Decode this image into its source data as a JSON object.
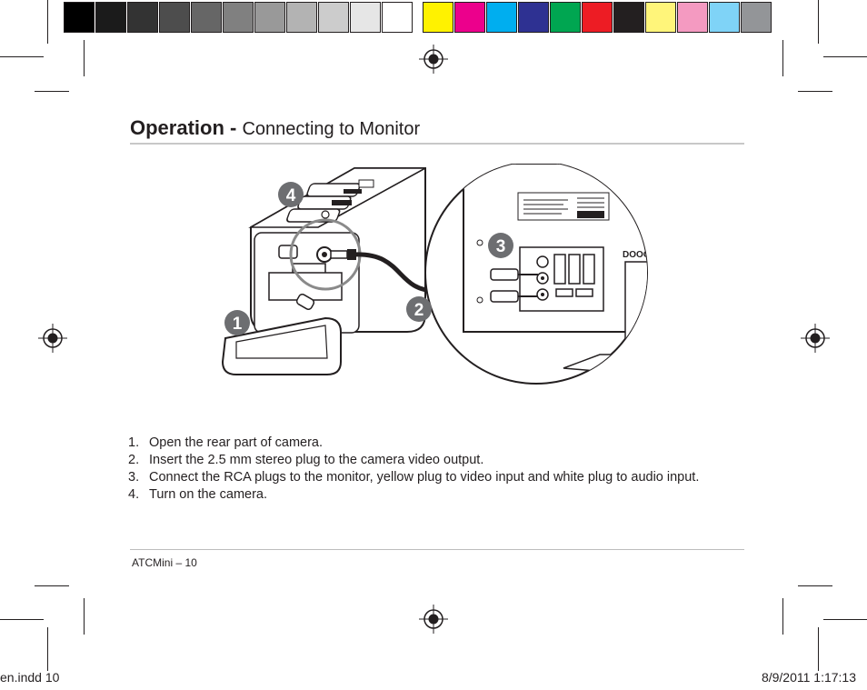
{
  "color_bar": {
    "grays": [
      "#000000",
      "#1b1b1b",
      "#333333",
      "#4d4d4d",
      "#666666",
      "#808080",
      "#999999",
      "#b3b3b3",
      "#cccccc",
      "#e6e6e6",
      "#ffffff"
    ],
    "colors": [
      "#fff200",
      "#ec008c",
      "#00aeef",
      "#2e3192",
      "#00a651",
      "#ed1c24",
      "#231f20",
      "#fff57a",
      "#f49ac1",
      "#7fd3f7",
      "#939598"
    ]
  },
  "heading": {
    "bold": "Operation - ",
    "normal": "Connecting to Monitor"
  },
  "callouts": {
    "one": "1",
    "two": "2",
    "three": "3",
    "four": "4"
  },
  "illustration": {
    "tv_brand": "DOOO"
  },
  "steps": [
    {
      "num": "1.",
      "text": "Open the rear part of camera."
    },
    {
      "num": "2.",
      "text": "Insert the 2.5 mm stereo plug to the camera video output."
    },
    {
      "num": "3.",
      "text": "Connect the RCA plugs to the monitor, yellow plug to video input and white plug to audio input."
    },
    {
      "num": "4.",
      "text": "Turn on the camera."
    }
  ],
  "footer": {
    "text": "ATCMini  –  10"
  },
  "slug": {
    "left": "en.indd   10",
    "right": "8/9/2011   1:17:13"
  }
}
